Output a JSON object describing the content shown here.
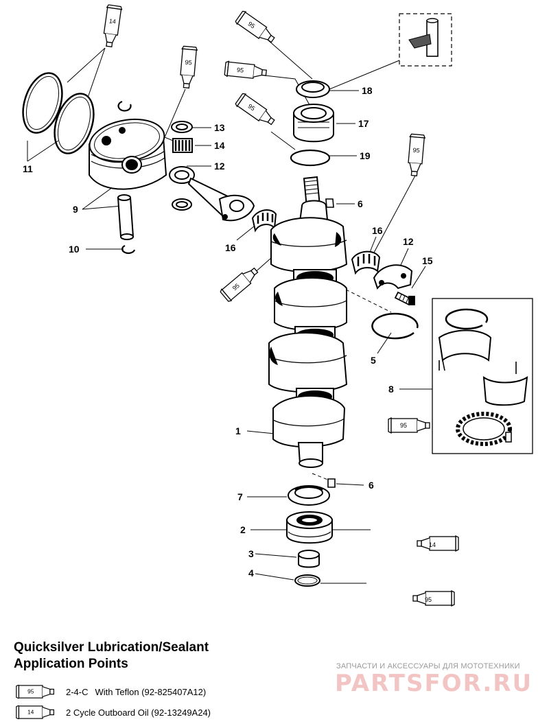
{
  "callouts": [
    {
      "id": "c1",
      "text": "1"
    },
    {
      "id": "c2",
      "text": "2"
    },
    {
      "id": "c3",
      "text": "3"
    },
    {
      "id": "c4",
      "text": "4"
    },
    {
      "id": "c5",
      "text": "5"
    },
    {
      "id": "c6a",
      "text": "6"
    },
    {
      "id": "c6b",
      "text": "6"
    },
    {
      "id": "c7",
      "text": "7"
    },
    {
      "id": "c8",
      "text": "8"
    },
    {
      "id": "c9",
      "text": "9"
    },
    {
      "id": "c10",
      "text": "10"
    },
    {
      "id": "c11",
      "text": "11"
    },
    {
      "id": "c12a",
      "text": "12"
    },
    {
      "id": "c12b",
      "text": "12"
    },
    {
      "id": "c13",
      "text": "13"
    },
    {
      "id": "c14",
      "text": "14"
    },
    {
      "id": "c15",
      "text": "15"
    },
    {
      "id": "c16a",
      "text": "16"
    },
    {
      "id": "c16b",
      "text": "16"
    },
    {
      "id": "c17",
      "text": "17"
    },
    {
      "id": "c18",
      "text": "18"
    },
    {
      "id": "c19",
      "text": "19"
    }
  ],
  "tube_labels": {
    "t95": "95",
    "t14": "14"
  },
  "legend": {
    "title_line1": "Quicksilver Lubrication/Sealant",
    "title_line2": "Application Points",
    "items": [
      {
        "code": "95",
        "name": "2-4-C",
        "desc": "With Teflon (92-825407A12)"
      },
      {
        "code": "14",
        "name": "",
        "desc": "2 Cycle Outboard Oil (92-13249A24)"
      }
    ]
  },
  "watermark": {
    "small": "ЗАПЧАСТИ И АКСЕССУАРЫ ДЛЯ МОТОТЕХНИКИ",
    "big": "PARTSFOR.RU"
  }
}
